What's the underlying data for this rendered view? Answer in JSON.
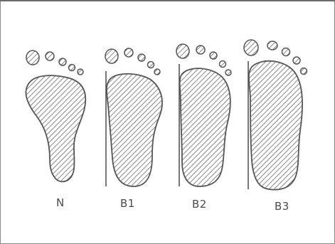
{
  "feet": [
    {
      "label": "N"
    },
    {
      "label": "B1"
    },
    {
      "label": "B2"
    },
    {
      "label": "B3"
    }
  ]
}
